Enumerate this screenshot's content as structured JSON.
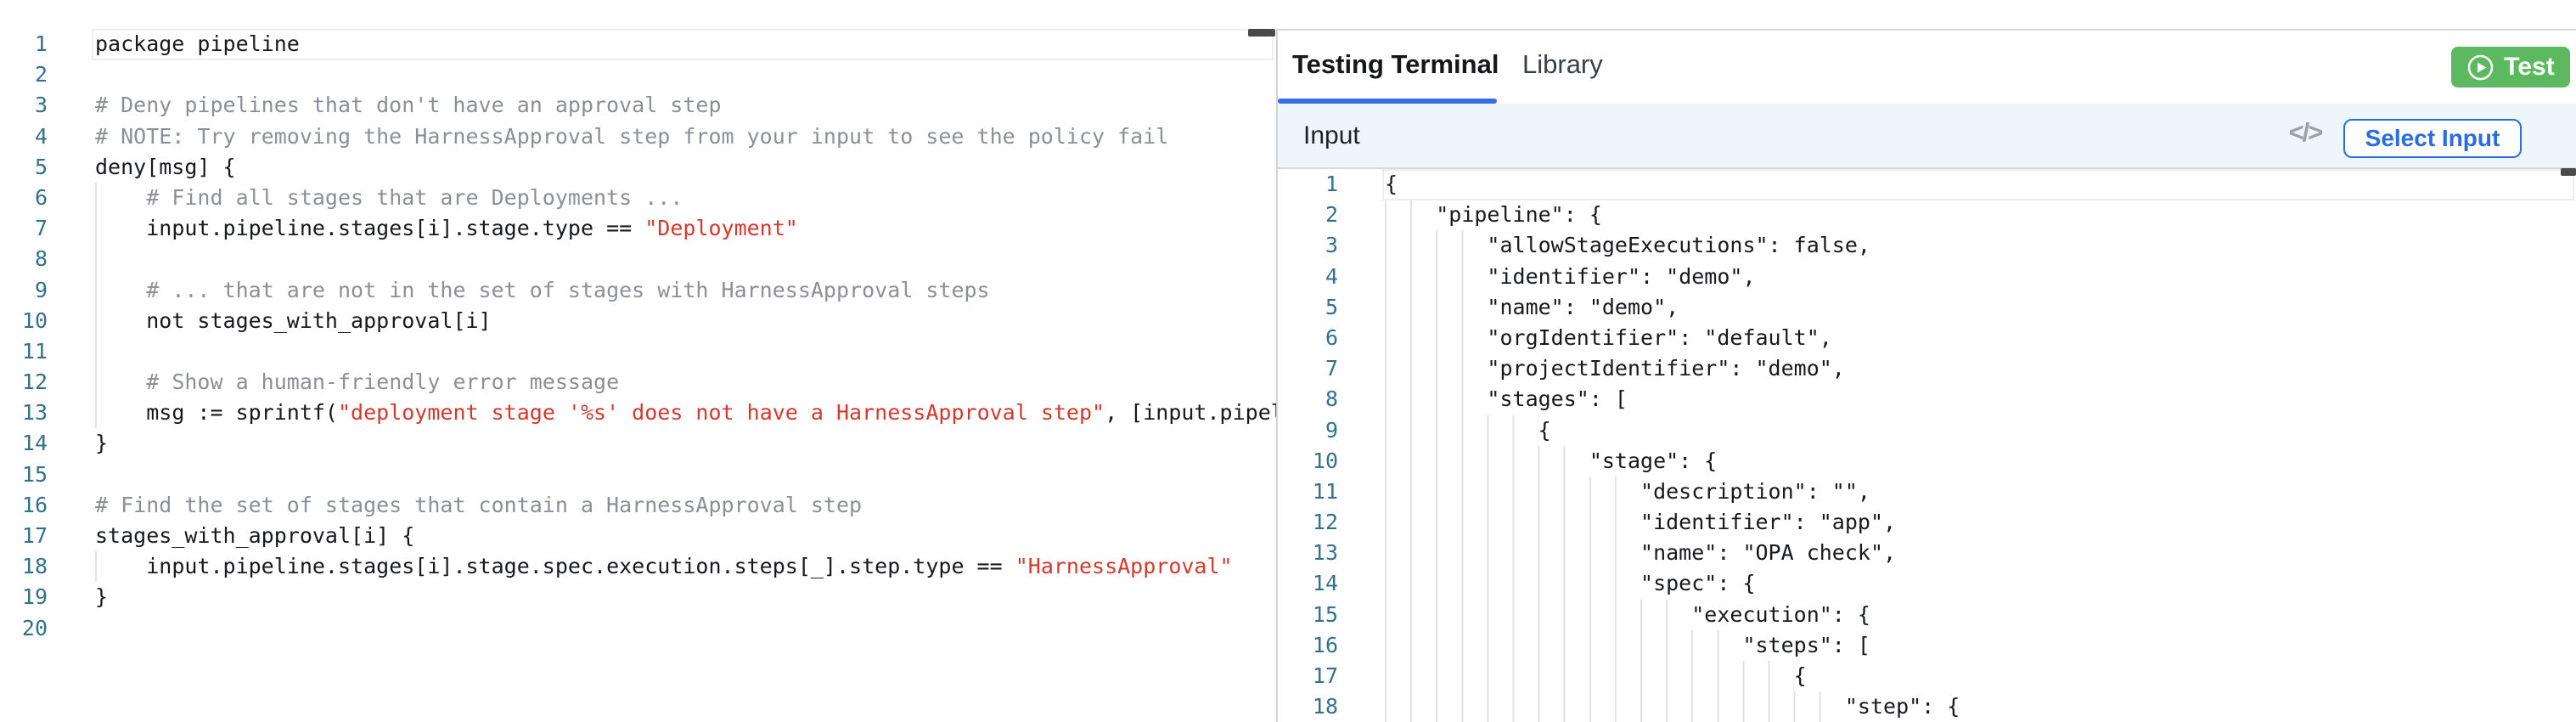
{
  "left_editor": {
    "lines": [
      {
        "n": "1",
        "indent": 0,
        "segs": [
          [
            "code",
            "package pipeline"
          ]
        ]
      },
      {
        "n": "2",
        "indent": 0,
        "segs": []
      },
      {
        "n": "3",
        "indent": 0,
        "segs": [
          [
            "comment",
            "# Deny pipelines that don't have an approval step"
          ]
        ]
      },
      {
        "n": "4",
        "indent": 0,
        "segs": [
          [
            "comment",
            "# NOTE: Try removing the HarnessApproval step from your input to see the policy fail"
          ]
        ]
      },
      {
        "n": "5",
        "indent": 0,
        "segs": [
          [
            "code",
            "deny[msg] {"
          ]
        ]
      },
      {
        "n": "6",
        "indent": 4,
        "segs": [
          [
            "comment",
            "# Find all stages that are Deployments ..."
          ]
        ]
      },
      {
        "n": "7",
        "indent": 4,
        "segs": [
          [
            "code",
            "input.pipeline.stages[i].stage.type == "
          ],
          [
            "string",
            "\"Deployment\""
          ]
        ]
      },
      {
        "n": "8",
        "indent": 4,
        "segs": []
      },
      {
        "n": "9",
        "indent": 4,
        "segs": [
          [
            "comment",
            "# ... that are not in the set of stages with HarnessApproval steps"
          ]
        ]
      },
      {
        "n": "10",
        "indent": 4,
        "segs": [
          [
            "code",
            "not stages_with_approval[i]"
          ]
        ]
      },
      {
        "n": "11",
        "indent": 4,
        "segs": []
      },
      {
        "n": "12",
        "indent": 4,
        "segs": [
          [
            "comment",
            "# Show a human-friendly error message"
          ]
        ]
      },
      {
        "n": "13",
        "indent": 4,
        "segs": [
          [
            "code",
            "msg := sprintf("
          ],
          [
            "string",
            "\"deployment stage '%s' does not have a HarnessApproval step\""
          ],
          [
            "code",
            ", [input.pipel"
          ]
        ]
      },
      {
        "n": "14",
        "indent": 0,
        "segs": [
          [
            "code",
            "}"
          ]
        ]
      },
      {
        "n": "15",
        "indent": 0,
        "segs": []
      },
      {
        "n": "16",
        "indent": 0,
        "segs": [
          [
            "comment",
            "# Find the set of stages that contain a HarnessApproval step"
          ]
        ]
      },
      {
        "n": "17",
        "indent": 0,
        "segs": [
          [
            "code",
            "stages_with_approval[i] {"
          ]
        ]
      },
      {
        "n": "18",
        "indent": 4,
        "segs": [
          [
            "code",
            "input.pipeline.stages[i].stage.spec.execution.steps[_].step.type == "
          ],
          [
            "string",
            "\"HarnessApproval\""
          ]
        ]
      },
      {
        "n": "19",
        "indent": 0,
        "segs": [
          [
            "code",
            "}"
          ]
        ]
      },
      {
        "n": "20",
        "indent": 0,
        "segs": []
      }
    ]
  },
  "right_panel": {
    "tabs": {
      "testing": "Testing Terminal",
      "library": "Library"
    },
    "test_button_label": "Test",
    "input_bar": {
      "title": "Input",
      "code_icon_glyph": "</>",
      "select_input_label": "Select Input"
    },
    "input_editor": {
      "lines": [
        {
          "n": "1",
          "indent": 0,
          "text": "{"
        },
        {
          "n": "2",
          "indent": 4,
          "text": "\"pipeline\": {"
        },
        {
          "n": "3",
          "indent": 8,
          "text": "\"allowStageExecutions\": false,"
        },
        {
          "n": "4",
          "indent": 8,
          "text": "\"identifier\": \"demo\","
        },
        {
          "n": "5",
          "indent": 8,
          "text": "\"name\": \"demo\","
        },
        {
          "n": "6",
          "indent": 8,
          "text": "\"orgIdentifier\": \"default\","
        },
        {
          "n": "7",
          "indent": 8,
          "text": "\"projectIdentifier\": \"demo\","
        },
        {
          "n": "8",
          "indent": 8,
          "text": "\"stages\": ["
        },
        {
          "n": "9",
          "indent": 12,
          "text": "{"
        },
        {
          "n": "10",
          "indent": 16,
          "text": "\"stage\": {"
        },
        {
          "n": "11",
          "indent": 20,
          "text": "\"description\": \"\","
        },
        {
          "n": "12",
          "indent": 20,
          "text": "\"identifier\": \"app\","
        },
        {
          "n": "13",
          "indent": 20,
          "text": "\"name\": \"OPA check\","
        },
        {
          "n": "14",
          "indent": 20,
          "text": "\"spec\": {"
        },
        {
          "n": "15",
          "indent": 24,
          "text": "\"execution\": {"
        },
        {
          "n": "16",
          "indent": 28,
          "text": "\"steps\": ["
        },
        {
          "n": "17",
          "indent": 32,
          "text": "{"
        },
        {
          "n": "18",
          "indent": 36,
          "text": "\"step\": {"
        }
      ]
    }
  },
  "colors": {
    "accent_blue": "#386be6",
    "button_blue": "#2b6be4",
    "test_green": "#5cb960",
    "string_red": "#d6392c",
    "comment_gray": "#8b9096",
    "line_number_blue": "#33718f",
    "input_bar_bg": "#edf6fb"
  }
}
